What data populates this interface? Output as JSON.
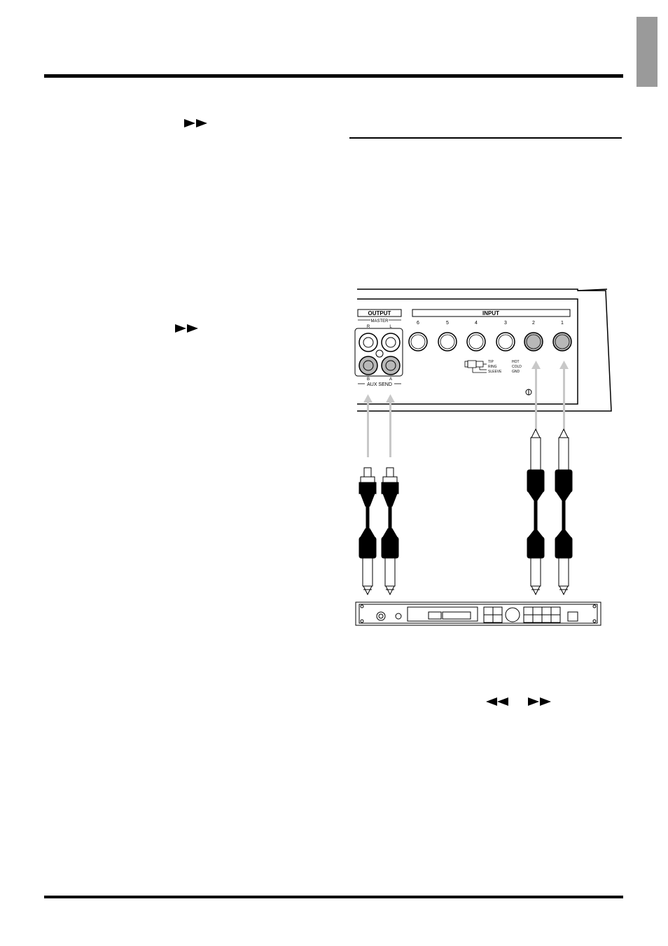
{
  "icons": {
    "fast_forward": "fast-forward-icon",
    "rewind": "rewind-icon"
  },
  "diagram": {
    "output_label": "OUTPUT",
    "master_label": "MASTER",
    "master_r": "R",
    "master_l": "L",
    "aux_send_label": "AUX SEND",
    "aux_b": "B",
    "aux_a": "A",
    "input_label": "INPUT",
    "input_numbers": [
      "6",
      "5",
      "4",
      "3",
      "2",
      "1"
    ],
    "plug_terms": [
      "TIP",
      "RING",
      "SLEEVE"
    ],
    "plug_signals": [
      "HOT",
      "COLD",
      "GND"
    ]
  },
  "colors": {
    "tab": "#9a9a9a",
    "arrow": "#c8c8c8",
    "jack_active": "#b8b8b8"
  }
}
